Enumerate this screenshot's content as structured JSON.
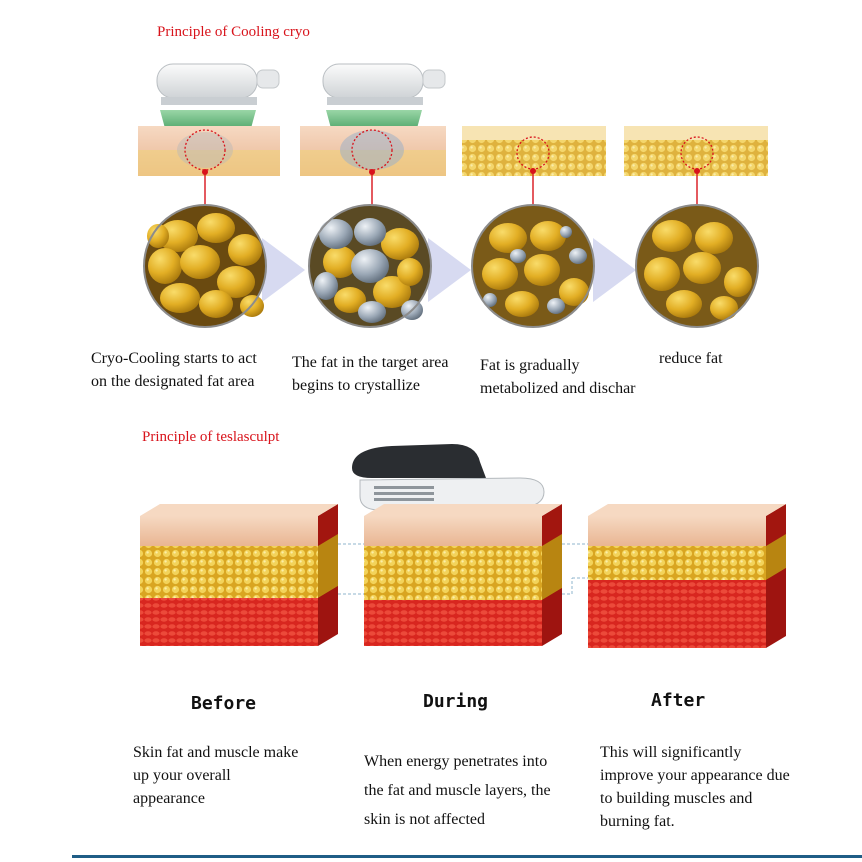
{
  "cryo": {
    "title": "Principle of Cooling cryo",
    "steps": [
      {
        "caption_line1": "Cryo-Cooling starts to act",
        "caption_line2": "on the designated fat area"
      },
      {
        "caption_line1": "The fat in the target area",
        "caption_line2": "begins to crystallize"
      },
      {
        "caption_line1": "Fat is gradually",
        "caption_line2": "metabolized and dischar"
      },
      {
        "caption_line1": "reduce fat",
        "caption_line2": ""
      }
    ]
  },
  "tesla": {
    "title": "Principle of teslasculpt",
    "stages": [
      {
        "label": "Before",
        "desc1": "Skin fat and muscle make",
        "desc2": "up your overall",
        "desc3": "appearance"
      },
      {
        "label": "During",
        "desc1": "When energy penetrates into",
        "desc2": "the fat and muscle layers, the",
        "desc3": "skin is not affected"
      },
      {
        "label": "After",
        "desc1": "This will significantly",
        "desc2": "improve your appearance due",
        "desc3": "to building muscles and",
        "desc4": "burning fat."
      }
    ]
  },
  "colors": {
    "title_red": "#d8131b",
    "fat_yellow": "#e6b62a",
    "muscle_red": "#d8261f",
    "skin_pink": "#f3c7a7",
    "arrow_lavender": "#d7daf1",
    "rule_blue": "#1f5d86"
  }
}
